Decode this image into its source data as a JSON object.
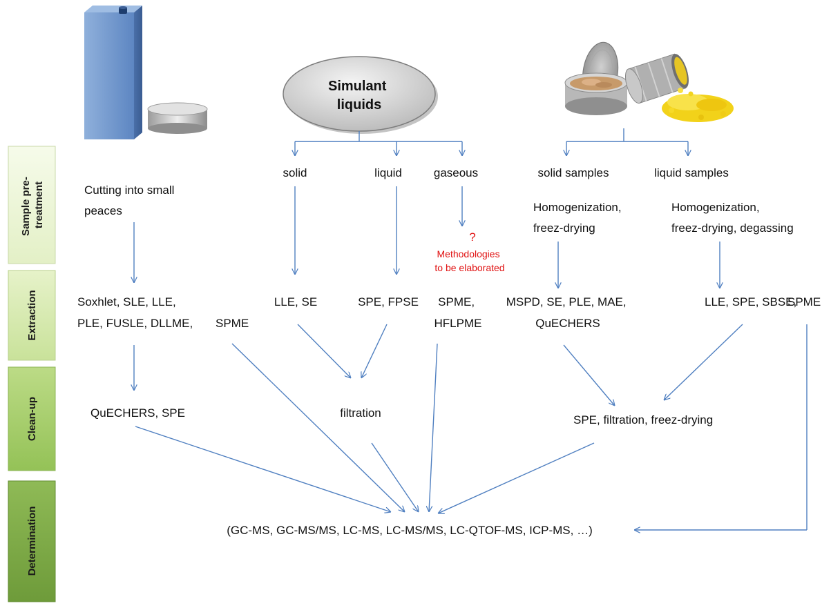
{
  "central_node": {
    "line1": "Simulant",
    "line2": "liquids"
  },
  "stages": [
    "Sample pre-treatment",
    "Extraction",
    "Clean-up",
    "Determination"
  ],
  "stage_lines": {
    "pretreatment": [
      "Sample pre-",
      "treatment"
    ],
    "extraction": [
      "Extraction"
    ],
    "cleanup": [
      "Clean-up"
    ],
    "determination": [
      "Determination"
    ]
  },
  "colors": {
    "arrow": "#4f7fc0",
    "stage_fill_1": "#eef6da",
    "stage_fill_2": "#d8ebaf",
    "stage_fill_3": "#a7cf6a",
    "stage_fill_4": "#7aa844",
    "note": "#e01010"
  },
  "left_branch": {
    "pretreatment": [
      "Cutting into small",
      "peaces"
    ],
    "extraction": [
      "Soxhlet, SLE, LLE,",
      "PLE, FUSLE, DLLME,"
    ],
    "extraction_spme": "SPME",
    "cleanup": "QuECHERS, SPE"
  },
  "middle_branch": {
    "solid": "solid",
    "liquid": "liquid",
    "gaseous": "gaseous",
    "question": "?",
    "note": [
      "Methodologies",
      "to be elaborated"
    ],
    "extraction_solid": "LLE, SE",
    "extraction_liquid": "SPE, FPSE",
    "extraction_gaseous": [
      "SPME,",
      "HFLPME"
    ],
    "cleanup": "filtration"
  },
  "right_branch": {
    "solid_samples": "solid samples",
    "liquid_samples": "liquid samples",
    "pretreatment_solid": [
      "Homogenization,",
      "freez-drying"
    ],
    "pretreatment_liquid": [
      "Homogenization,",
      "freez-drying, degassing"
    ],
    "extraction_solid": [
      "MSPD, SE, PLE, MAE,",
      "QuECHERS"
    ],
    "extraction_liquid": "LLE, SPE, SBSE,",
    "extraction_spme": "SPME",
    "cleanup": "SPE, filtration, freez-drying"
  },
  "determination": "(GC-MS, GC-MS/MS, LC-MS, LC-MS/MS, LC-QTOF-MS, ICP-MS, …)"
}
